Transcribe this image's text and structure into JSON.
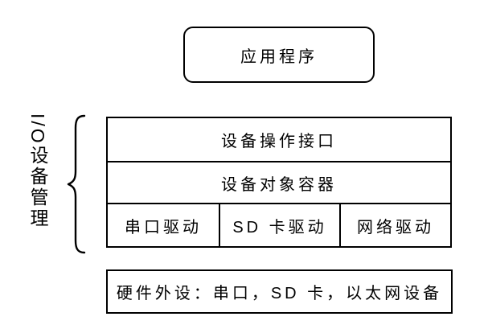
{
  "diagram": {
    "title_hint": "I/O device management architecture diagram",
    "application_box": {
      "label": "应用程序"
    },
    "side_label": {
      "text": "I/O设备管理"
    },
    "stack": {
      "layers": [
        {
          "label": "设备操作接口"
        },
        {
          "label": "设备对象容器"
        }
      ],
      "drivers": [
        {
          "label": "串口驱动"
        },
        {
          "label": "SD 卡驱动"
        },
        {
          "label": "网络驱动"
        }
      ]
    },
    "hardware_box": {
      "label": "硬件外设：串口，SD 卡，以太网设备"
    },
    "colors": {
      "border": "#000000",
      "text": "#000000",
      "background": "#ffffff"
    }
  }
}
